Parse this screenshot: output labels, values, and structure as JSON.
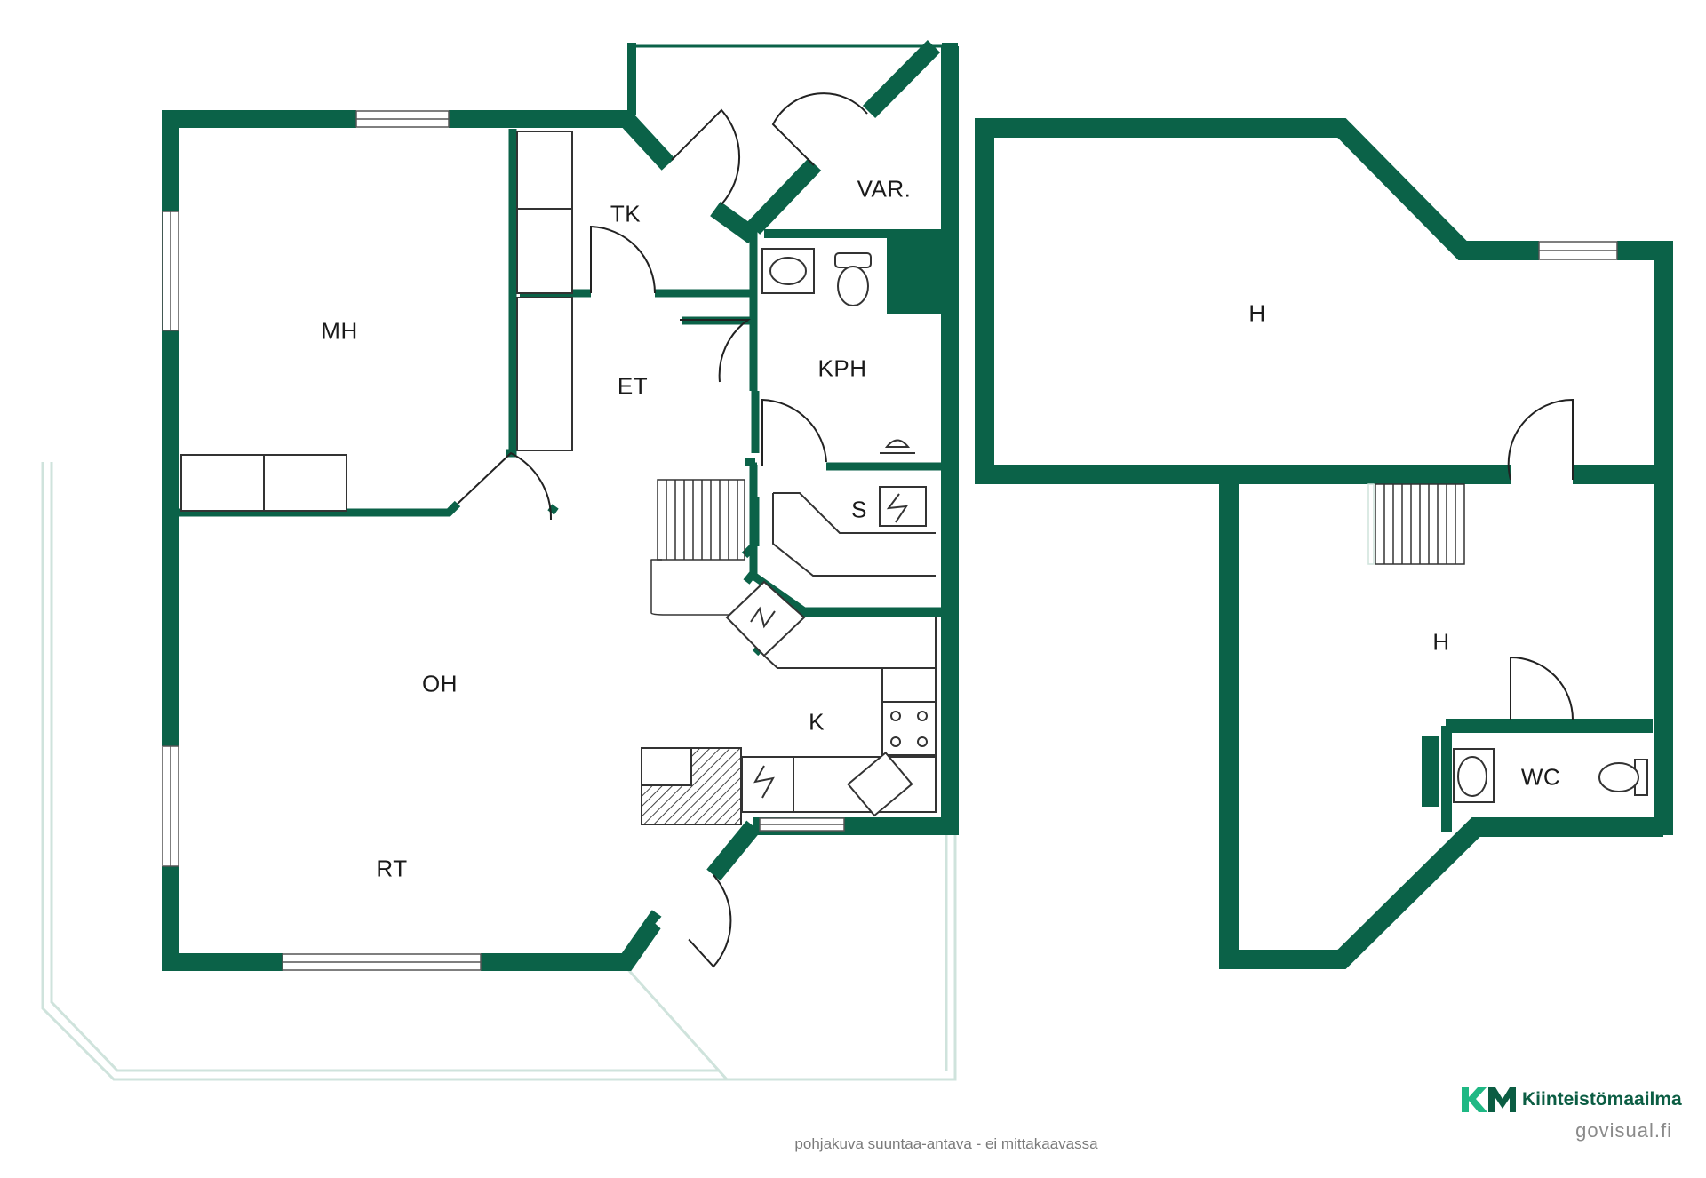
{
  "floor_plan": {
    "rooms": {
      "mh": "MH",
      "tk": "TK",
      "var": "VAR.",
      "et": "ET",
      "kph": "KPH",
      "s": "S",
      "oh": "OH",
      "k": "K",
      "rt": "RT",
      "h_upper": "H",
      "h_lower": "H",
      "wc": "WC"
    }
  },
  "footer": {
    "disclaimer": "pohjakuva suuntaa-antava - ei mittakaavassa",
    "brand_name": "Kiinteistömaailma",
    "website": "govisual.fi"
  },
  "colors": {
    "wall": "#0b6248",
    "accent": "#1fb884",
    "line": "#222222",
    "terrace": "#cfe3dc"
  }
}
